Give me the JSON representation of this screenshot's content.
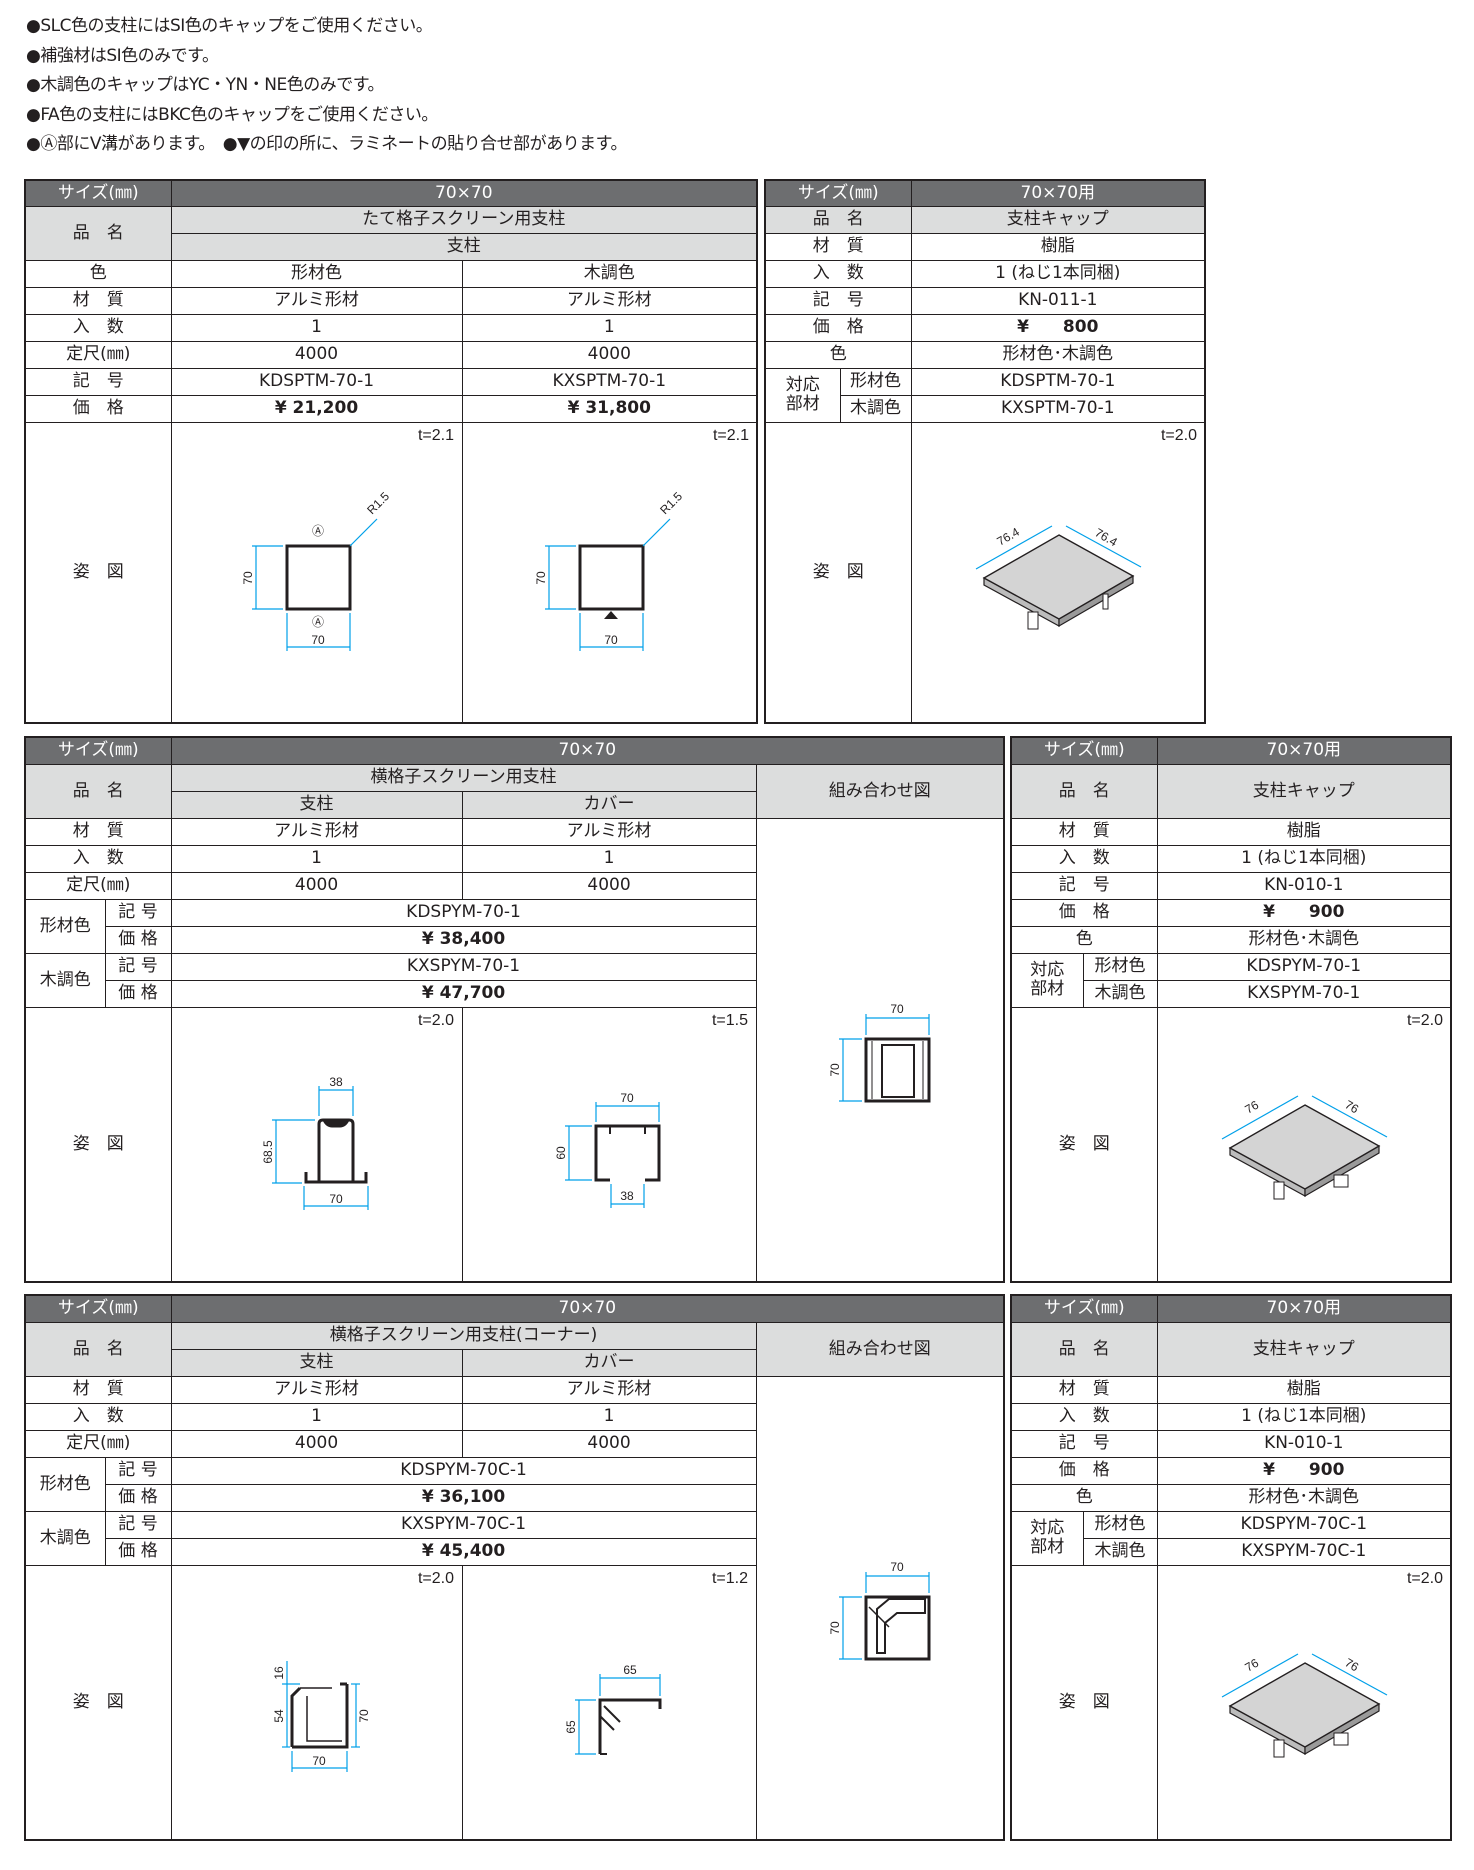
{
  "notes": [
    "●SLC色の支柱にはSI色のキャップをご使用ください。",
    "●補強材はSI色のみです。",
    "●木調色のキャップはYC・YN・NE色のみです。",
    "●FA色の支柱にはBKC色のキャップをご使用ください。",
    "●Ⓐ部にV溝があります。　●▼の印の所に、ラミネートの貼り合せ部があります。"
  ],
  "labels": {
    "size": "サイズ(㎜)",
    "name": "品　名",
    "color": "色",
    "material": "材　質",
    "qty": "入　数",
    "length": "定尺(㎜)",
    "code": "記　号",
    "price": "価　格",
    "code_short": "記 号",
    "price_short": "価 格",
    "drawing": "姿　図",
    "compat": "対応\n部材",
    "mat_color": "形材色",
    "wood_color": "木調色",
    "combo": "組み合わせ図"
  },
  "post1": {
    "size": "70×70",
    "product": "たて格子スクリーン用支柱",
    "part": "支柱",
    "colors": [
      "形材色",
      "木調色"
    ],
    "material": [
      "アルミ形材",
      "アルミ形材"
    ],
    "qty": [
      "1",
      "1"
    ],
    "length": [
      "4000",
      "4000"
    ],
    "code": [
      "KDSPTM-70-1",
      "KXSPTM-70-1"
    ],
    "price": [
      "¥ 21,200",
      "¥ 31,800"
    ],
    "thickness": [
      "t=2.1",
      "t=2.1"
    ],
    "dims": {
      "w": "70",
      "h": "70",
      "r": "R1.5",
      "groove": "Ⓐ"
    }
  },
  "cap1": {
    "size": "70×70用",
    "product": "支柱キャップ",
    "material": "樹脂",
    "qty": "1 (ねじ1本同梱)",
    "code": "KN-011-1",
    "price": "¥　　800",
    "color": "形材色･木調色",
    "compat_mat": "KDSPTM-70-1",
    "compat_wood": "KXSPTM-70-1",
    "thickness": "t=2.0",
    "dims": [
      "76.4",
      "76.4"
    ]
  },
  "post2": {
    "size": "70×70",
    "product": "横格子スクリーン用支柱",
    "parts": [
      "支柱",
      "カバー"
    ],
    "material": [
      "アルミ形材",
      "アルミ形材"
    ],
    "qty": [
      "1",
      "1"
    ],
    "length": [
      "4000",
      "4000"
    ],
    "mat_code": "KDSPYM-70-1",
    "mat_price": "¥ 38,400",
    "wood_code": "KXSPYM-70-1",
    "wood_price": "¥ 47,700",
    "thickness": [
      "t=2.0",
      "t=1.5"
    ],
    "dims_post": {
      "top": "38",
      "h": "68.5",
      "w": "70"
    },
    "dims_cover": {
      "w": "70",
      "h": "60",
      "gap": "38"
    },
    "dims_combo": {
      "w": "70",
      "h": "70"
    }
  },
  "cap2": {
    "size": "70×70用",
    "product": "支柱キャップ",
    "material": "樹脂",
    "qty": "1 (ねじ1本同梱)",
    "code": "KN-010-1",
    "price": "¥　　900",
    "color": "形材色･木調色",
    "compat_mat": "KDSPYM-70-1",
    "compat_wood": "KXSPYM-70-1",
    "thickness": "t=2.0",
    "dims": [
      "76",
      "76"
    ]
  },
  "post3": {
    "size": "70×70",
    "product": "横格子スクリーン用支柱(コーナー)",
    "parts": [
      "支柱",
      "カバー"
    ],
    "material": [
      "アルミ形材",
      "アルミ形材"
    ],
    "qty": [
      "1",
      "1"
    ],
    "length": [
      "4000",
      "4000"
    ],
    "mat_code": "KDSPYM-70C-1",
    "mat_price": "¥ 36,100",
    "wood_code": "KXSPYM-70C-1",
    "wood_price": "¥ 45,400",
    "thickness": [
      "t=2.0",
      "t=1.2"
    ],
    "dims_post": {
      "top": "16",
      "side": "54",
      "w": "70",
      "h": "70"
    },
    "dims_cover": {
      "w": "65",
      "h": "65"
    },
    "dims_combo": {
      "w": "70",
      "h": "70"
    }
  },
  "cap3": {
    "size": "70×70用",
    "product": "支柱キャップ",
    "material": "樹脂",
    "qty": "1 (ねじ1本同梱)",
    "code": "KN-010-1",
    "price": "¥　　900",
    "color": "形材色･木調色",
    "compat_mat": "KDSPYM-70C-1",
    "compat_wood": "KXSPYM-70C-1",
    "thickness": "t=2.0",
    "dims": [
      "76",
      "76"
    ]
  },
  "colors": {
    "header": "#6d6e70",
    "subheader": "#dcdddd",
    "dimension": "#00a0e9",
    "border": "#231f20"
  }
}
